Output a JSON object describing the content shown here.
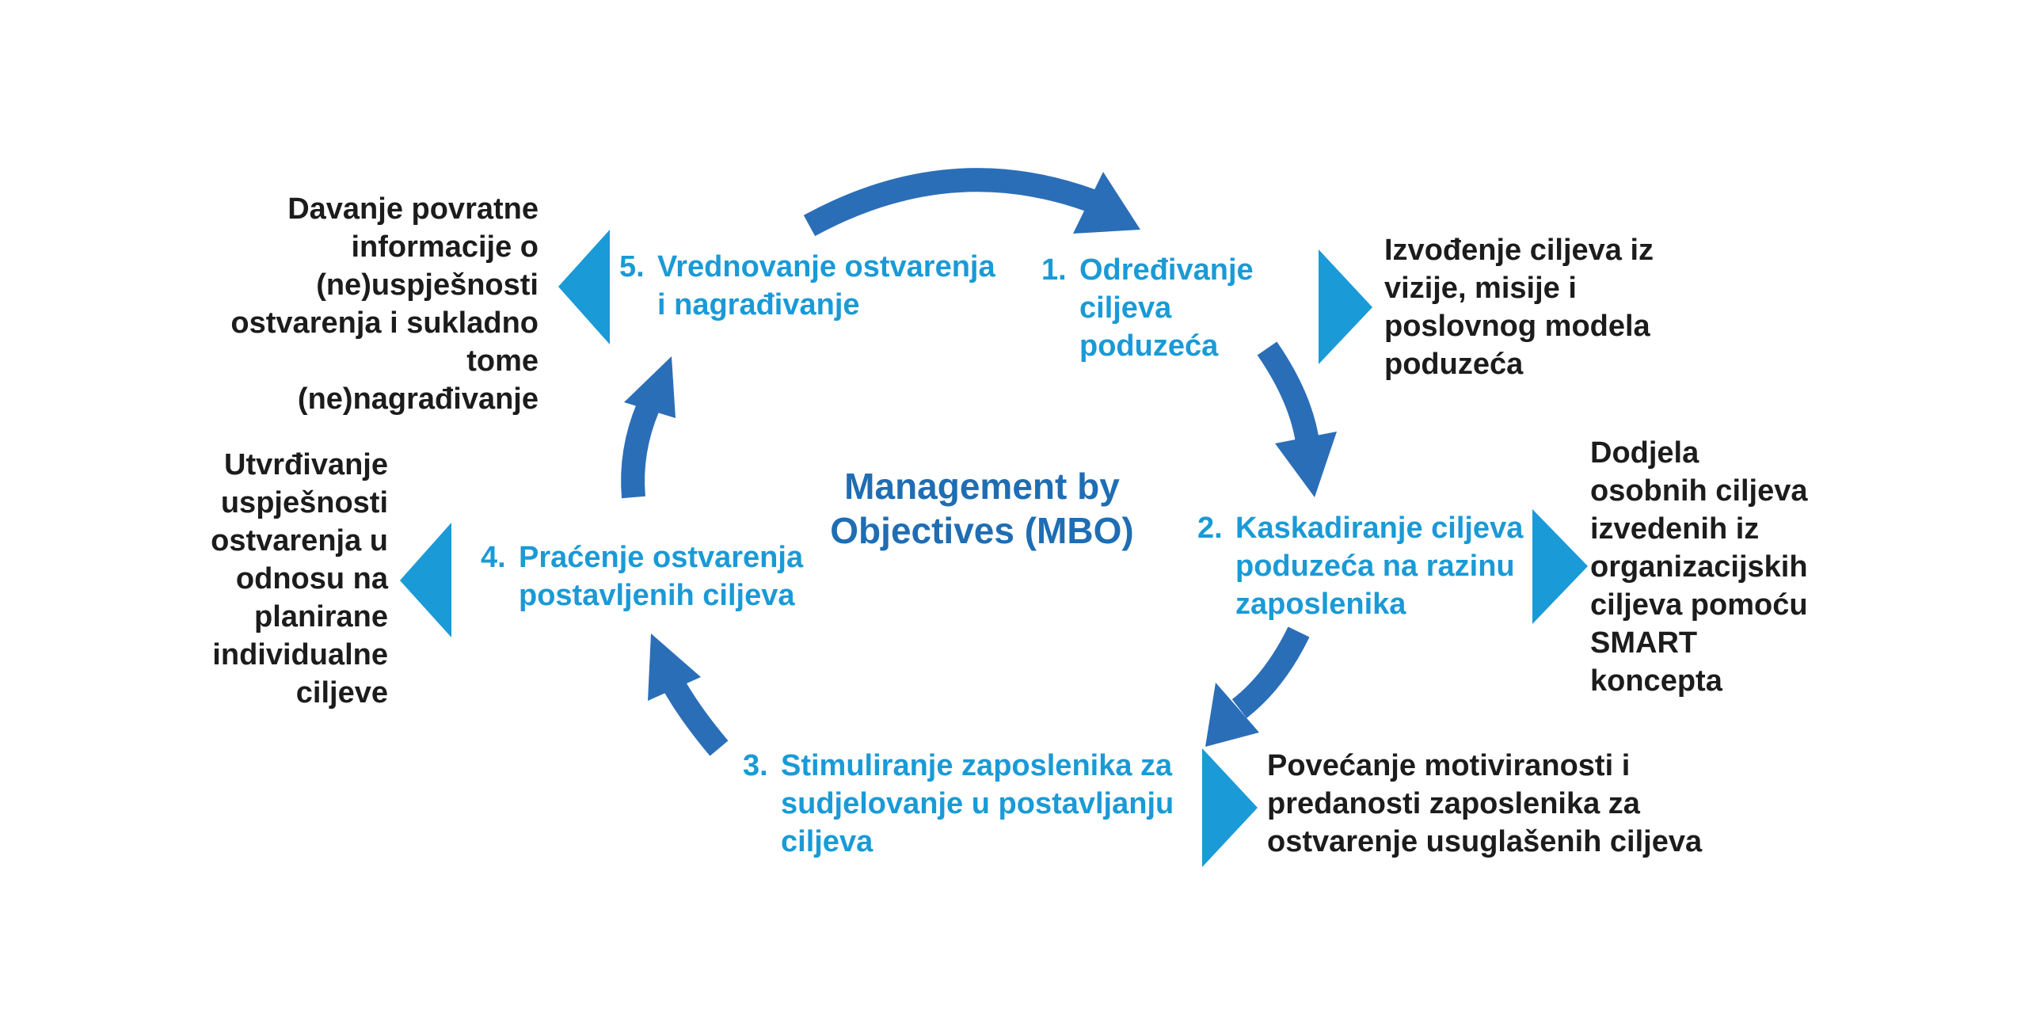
{
  "colors": {
    "arrow": "#2b6eb8",
    "pointer": "#1a9ad6",
    "step_text": "#1a9ad6",
    "title_text": "#1f6db3",
    "desc_text": "#1c1c1c"
  },
  "title": "Management by\nObjectives (MBO)",
  "steps": [
    {
      "num": "1.",
      "label": "Određivanje\nciljeva\npoduzeća"
    },
    {
      "num": "2.",
      "label": "Kaskadiranje ciljeva\npoduzeća na razinu\nzaposlenika"
    },
    {
      "num": "3.",
      "label": "Stimuliranje zaposlenika za\nsudjelovanje u postavljanju\nciljeva"
    },
    {
      "num": "4.",
      "label": "Praćenje ostvarenja\npostavljenih ciljeva"
    },
    {
      "num": "5.",
      "label": "Vrednovanje ostvarenja\ni nagrađivanje"
    }
  ],
  "descriptions": [
    "Izvođenje ciljeva iz\nvizije, misije i\nposlovnog modela\npoduzeća",
    "Dodjela\nosobnih ciljeva\nizvedenih iz\norganizacijskih\nciljeva pomoću\nSMART\nkoncepta",
    "Povećanje motiviranosti i\npredanosti zaposlenika za\nostvarenje usuglašenih ciljeva",
    "Utvrđivanje\nuspješnosti\nostvarenja u\nodnosu na\nplanirane\nindividualne\nciljeve",
    "Davanje povratne\ninformacije o\n(ne)uspješnosti\nostvarenja i sukladno\ntome (ne)nagrađivanje"
  ]
}
